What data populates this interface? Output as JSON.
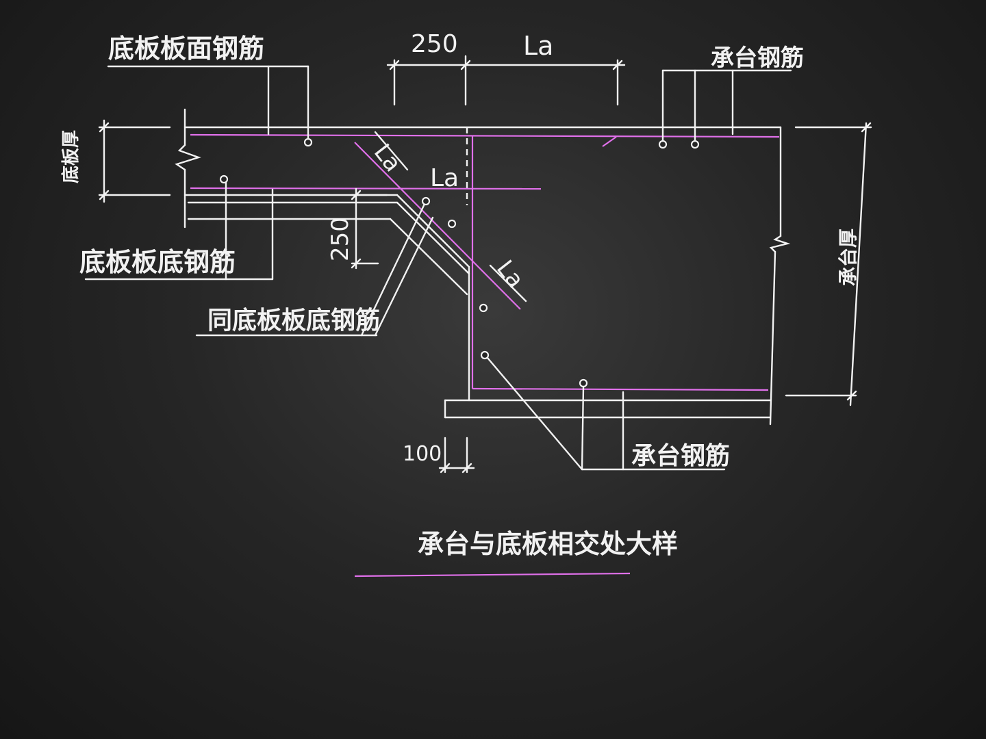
{
  "labels": {
    "slab_top_rebar": "底板板面钢筋",
    "slab_bottom_rebar": "底板板底钢筋",
    "same_as_slab_bottom": "同底板板底钢筋",
    "cap_rebar_top": "承台钢筋",
    "cap_rebar_bottom": "承台钢筋",
    "slab_thickness": "底板厚",
    "cap_thickness": "承台厚",
    "title": "承台与底板相交处大样"
  },
  "dimensions": {
    "top_250": "250",
    "top_la": "La",
    "diag_la_upper": "La",
    "horiz_la": "La",
    "diag_la_lower": "La",
    "vert_250": "250",
    "bottom_100": "100"
  },
  "colors": {
    "line": "#f2f2f2",
    "rebar": "#e070ea",
    "background": "#262626"
  }
}
